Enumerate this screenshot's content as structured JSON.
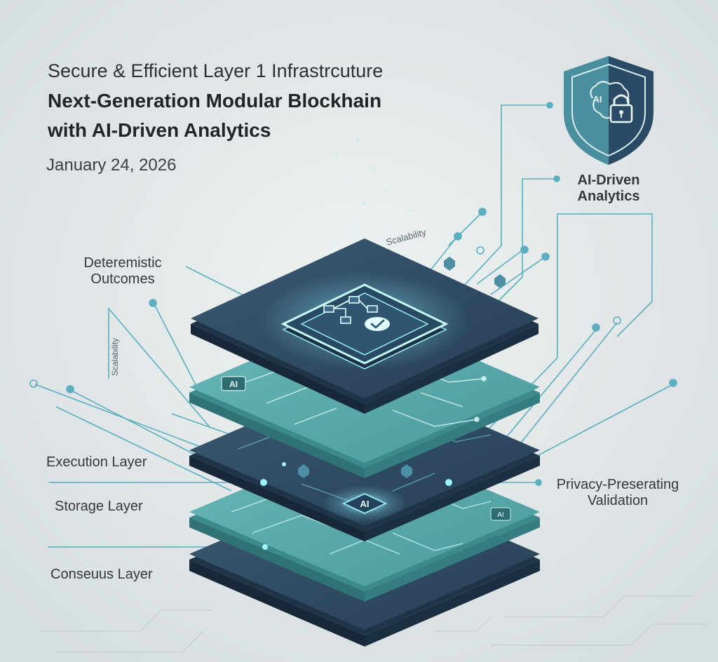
{
  "header": {
    "subtitle": "Secure & Efficient Layer 1 Infrastrcuture",
    "title_line1": "Next-Generation Modular Blockhain",
    "title_line2": "with AI-Driven Analytics",
    "date": "January 24, 2026"
  },
  "labels": {
    "deterministic": [
      "Deteremistic",
      "Outcomes"
    ],
    "execution": "Execution Layer",
    "storage": "Storage Layer",
    "consensus": "Conseuus Layer",
    "privacy": [
      "Privacy-Preserating",
      "Validation"
    ],
    "ai_analytics": [
      "AI-Driven",
      "Analytics"
    ],
    "scalability_top": "Scalability",
    "scalability_left": "Scalability"
  },
  "chips": {
    "top_chip": "",
    "ai_chip_top": "AI",
    "ai_chip_center": "AI",
    "ai_chip_small": "AI",
    "shield_text": "AI"
  },
  "colors": {
    "background": "#dfe5e6",
    "slab_dark": "#2c4a63",
    "slab_teal": "#56a6a8",
    "accent": "#4fb6bf",
    "text": "#2b3036"
  },
  "icons": [
    "shield-icon",
    "brain-icon",
    "lock-icon",
    "flowchart-icon",
    "check-icon"
  ]
}
